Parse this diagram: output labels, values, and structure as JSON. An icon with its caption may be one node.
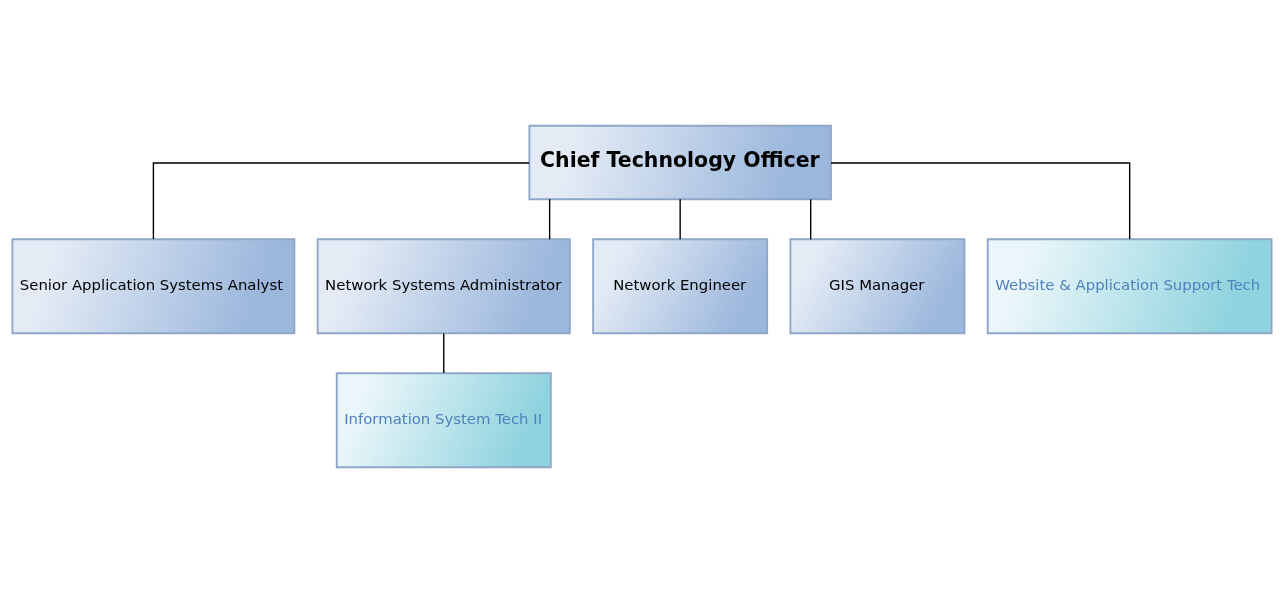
{
  "diagram": {
    "nodes": [
      {
        "text": [
          "Chief Technology Officer"
        ]
      },
      {
        "text": [
          "Senior Application Systems Analyst"
        ]
      },
      {
        "text": [
          "Network Systems Administrator"
        ]
      },
      {
        "text": [
          "Network Engineer"
        ]
      },
      {
        "text": [
          "GIS Manager"
        ]
      },
      {
        "text": [
          "Website & Application Support Tech"
        ]
      },
      {
        "text": [
          "Information System Tech II"
        ]
      }
    ],
    "edges": [
      {
        "from": 0,
        "to": 1,
        "arrow": "none"
      },
      {
        "from": 0,
        "to": 2,
        "arrow": "none"
      },
      {
        "from": 0,
        "to": 3,
        "arrow": "none"
      },
      {
        "from": 0,
        "to": 4,
        "arrow": "none"
      },
      {
        "from": 0,
        "to": 5,
        "arrow": "none"
      },
      {
        "from": 2,
        "to": 6,
        "arrow": "none"
      }
    ]
  }
}
